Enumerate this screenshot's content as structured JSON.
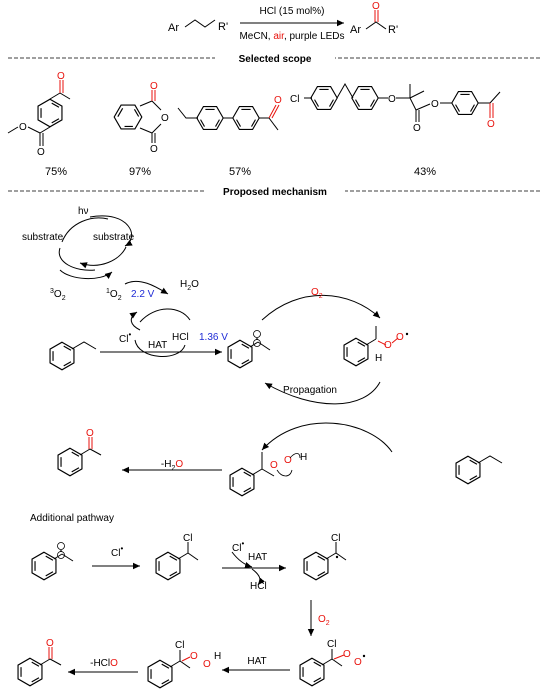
{
  "scheme": {
    "reactant": {
      "ar": "Ar",
      "r": "R'"
    },
    "product": {
      "ar": "Ar",
      "r": "R'",
      "o": "O"
    },
    "cond_top": "HCl (15 mol%)",
    "cond_bottom": {
      "pre": "MeCN, ",
      "air": "air",
      "post": ", purple LEDs"
    }
  },
  "sections": {
    "scope": "Selected scope",
    "mechanism": "Proposed mechanism",
    "additional": "Additional pathway"
  },
  "scope": {
    "yields": [
      "75%",
      "97%",
      "57%",
      "43%"
    ],
    "atoms": {
      "o": "O",
      "cl": "Cl"
    }
  },
  "mechanism": {
    "hv": "hν",
    "substrate": "substrate",
    "triplet_o2": {
      "sup": "3",
      "base": "O",
      "sub": "2"
    },
    "singlet_o2": {
      "sup": "1",
      "base": "O",
      "sub": "2"
    },
    "potential_1": "2.2 V",
    "water": {
      "base": "H",
      "sub": "2",
      "tail": "O"
    },
    "cl_radical": "Cl",
    "hat": "HAT",
    "hcl": "HCl",
    "potential_2": "1.36 V",
    "o2_label": {
      "base": "O",
      "sub": "2"
    },
    "propagation": "Propagation",
    "minus_water": {
      "pre": "-H",
      "sub": "2",
      "o": "O"
    },
    "h": "H",
    "o": "O"
  },
  "additional": {
    "cl_radical": "Cl",
    "hat": "HAT",
    "hcl": "HCl",
    "o2_label": {
      "base": "O",
      "sub": "2"
    },
    "hat2": "HAT",
    "minus_hclo": {
      "pre": "-HCl",
      "o": "O"
    },
    "cl": "Cl",
    "h": "H",
    "o": "O"
  }
}
